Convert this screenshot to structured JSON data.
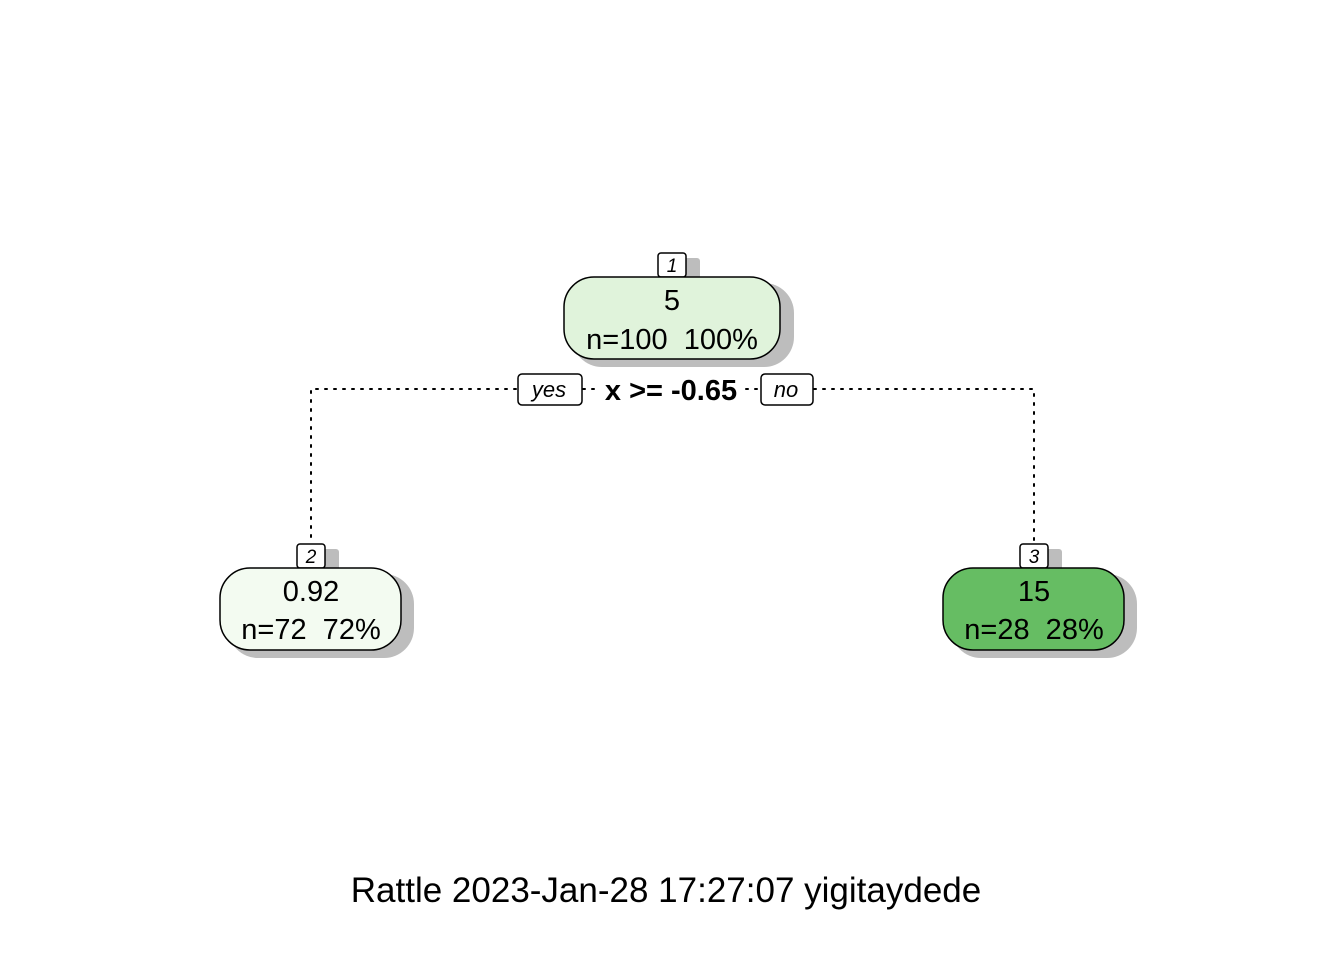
{
  "tree": {
    "split": {
      "label": "x >= -0.65",
      "yes_label": "yes",
      "no_label": "no"
    },
    "nodes": [
      {
        "id": "1",
        "value": "5",
        "summary": "n=100  100%",
        "fill": "#e0f3db"
      },
      {
        "id": "2",
        "value": "0.92",
        "summary": "n=72  72%",
        "fill": "#f3fbf1"
      },
      {
        "id": "3",
        "value": "15",
        "summary": "n=28  28%",
        "fill": "#66bd63"
      }
    ]
  },
  "caption": "Rattle 2023-Jan-28 17:27:07 yigitaydede"
}
